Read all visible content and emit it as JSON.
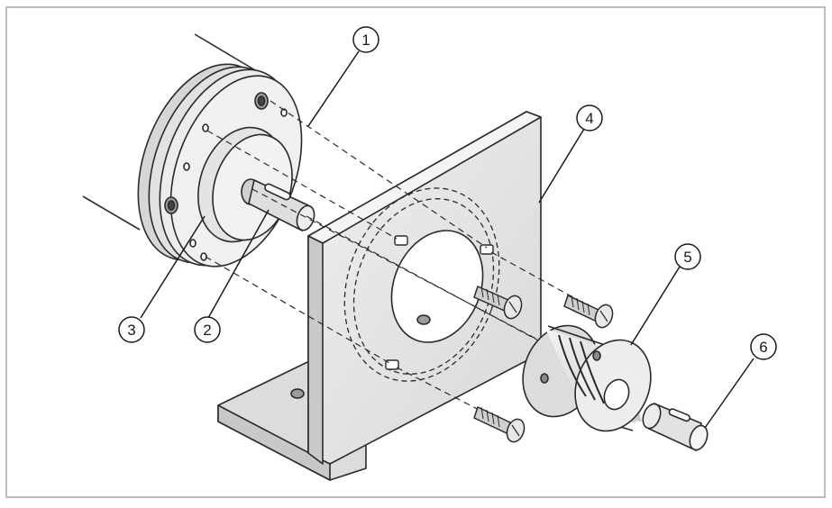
{
  "callouts": [
    {
      "id": "1",
      "label": "1"
    },
    {
      "id": "2",
      "label": "2"
    },
    {
      "id": "3",
      "label": "3"
    },
    {
      "id": "4",
      "label": "4"
    },
    {
      "id": "5",
      "label": "5"
    },
    {
      "id": "6",
      "label": "6"
    }
  ],
  "colors": {
    "frame": "#a8a8a8",
    "part_fill": "#e6e6e6",
    "part_stroke": "#2a2a2a",
    "shadow": "#bdbdbd"
  }
}
